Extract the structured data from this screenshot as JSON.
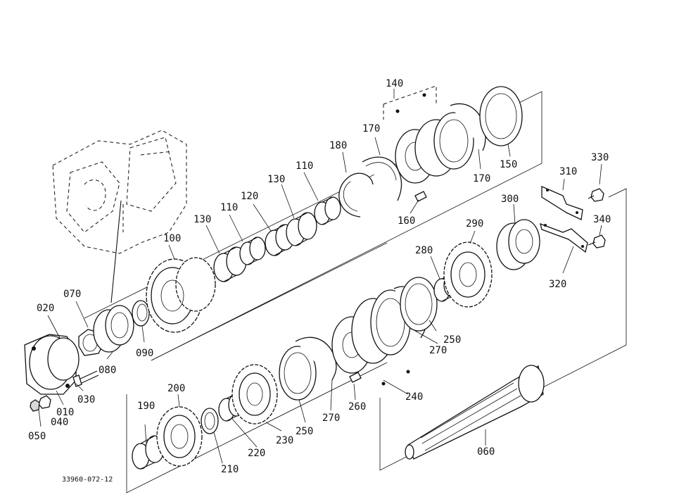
{
  "diagram": {
    "figure_code": "33960-072-12",
    "labels": {
      "p010": "010",
      "p020": "020",
      "p030": "030",
      "p040": "040",
      "p050": "050",
      "p060": "060",
      "p070": "070",
      "p080": "080",
      "p090": "090",
      "p100": "100",
      "p110a": "110",
      "p110b": "110",
      "p120": "120",
      "p130a": "130",
      "p130b": "130",
      "p140": "140",
      "p150": "150",
      "p160": "160",
      "p170a": "170",
      "p170b": "170",
      "p180": "180",
      "p190": "190",
      "p200": "200",
      "p210": "210",
      "p220": "220",
      "p230": "230",
      "p240": "240",
      "p250a": "250",
      "p250b": "250",
      "p260": "260",
      "p270a": "270",
      "p270b": "270",
      "p280": "280",
      "p290": "290",
      "p300": "300",
      "p310": "310",
      "p320": "320",
      "p330": "330",
      "p340": "340"
    }
  }
}
